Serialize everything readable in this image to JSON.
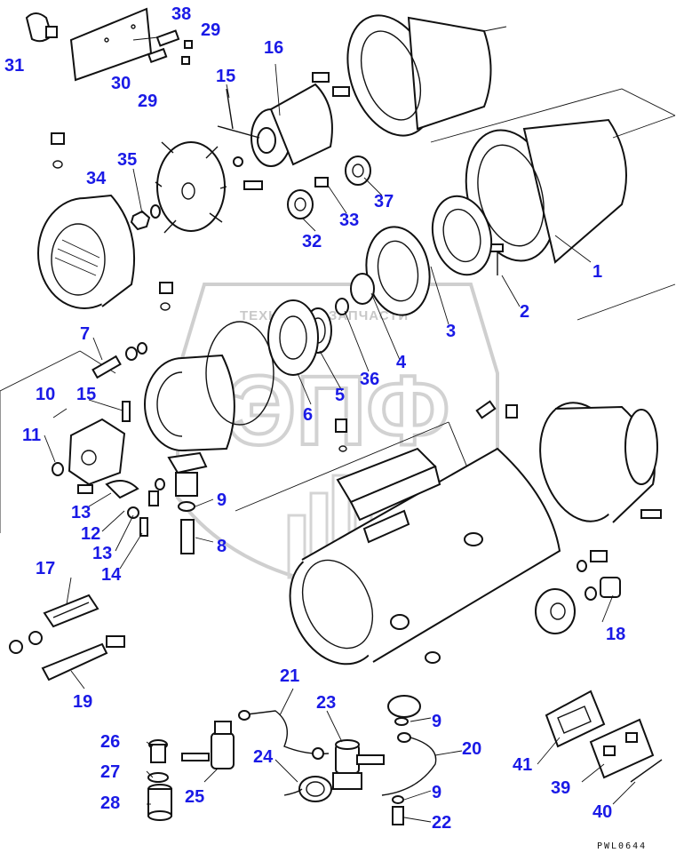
{
  "watermark": {
    "top_text": "ТЕХНИКА И ЗАПЧАСТИ",
    "big_text": "ЭПФ"
  },
  "doc_code": "PWL0644",
  "callouts": {
    "c1": "1",
    "c2": "2",
    "c3": "3",
    "c4": "4",
    "c5": "5",
    "c6": "6",
    "c7": "7",
    "c8": "8",
    "c9a": "9",
    "c9b": "9",
    "c9c": "9",
    "c10": "10",
    "c11": "11",
    "c12": "12",
    "c13a": "13",
    "c13b": "13",
    "c14": "14",
    "c15a": "15",
    "c15b": "15",
    "c16": "16",
    "c17": "17",
    "c18": "18",
    "c19": "19",
    "c20": "20",
    "c21": "21",
    "c22": "22",
    "c23": "23",
    "c24": "24",
    "c25": "25",
    "c26": "26",
    "c27": "27",
    "c28": "28",
    "c29a": "29",
    "c29b": "29",
    "c30": "30",
    "c31": "31",
    "c32": "32",
    "c33": "33",
    "c34": "34",
    "c35": "35",
    "c36": "36",
    "c37": "37",
    "c38": "38",
    "c39": "39",
    "c40": "40",
    "c41": "41"
  }
}
